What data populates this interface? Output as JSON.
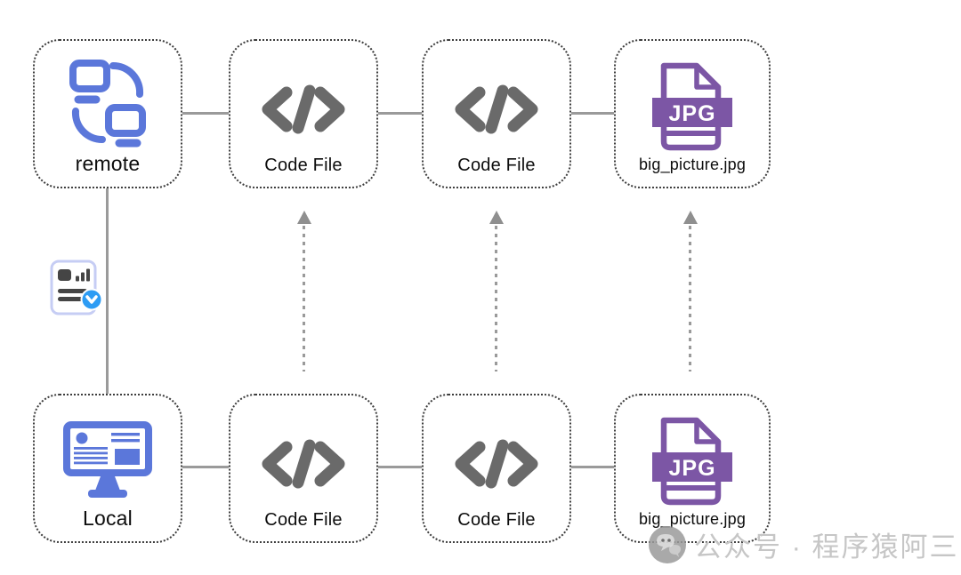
{
  "nodes": {
    "remote": {
      "label": "remote",
      "icon": "sync-icon"
    },
    "code_top_1": {
      "label": "Code File",
      "icon": "code-icon"
    },
    "code_top_2": {
      "label": "Code File",
      "icon": "code-icon"
    },
    "jpg_top": {
      "label": "big_picture.jpg",
      "icon": "jpg-file-icon"
    },
    "local": {
      "label": "Local",
      "icon": "computer-icon"
    },
    "code_bottom_1": {
      "label": "Code File",
      "icon": "code-icon"
    },
    "code_bottom_2": {
      "label": "Code File",
      "icon": "code-icon"
    },
    "jpg_bottom": {
      "label": "big_picture.jpg",
      "icon": "jpg-file-icon"
    }
  },
  "jpg_badge": "JPG",
  "watermark": {
    "text": "公众号 · 程序猿阿三",
    "icon": "wechat-icon"
  },
  "colors": {
    "node_border": "#3d3d3d",
    "accent_blue": "#5b77da",
    "code_gray": "#6a6a6a",
    "jpg_purple": "#7c56a5",
    "connector_gray": "#9a9a9a",
    "badge_blue": "#2d9cf4",
    "doc_outline": "#c6cdf4",
    "watermark_gray": "#c6c6c6"
  }
}
